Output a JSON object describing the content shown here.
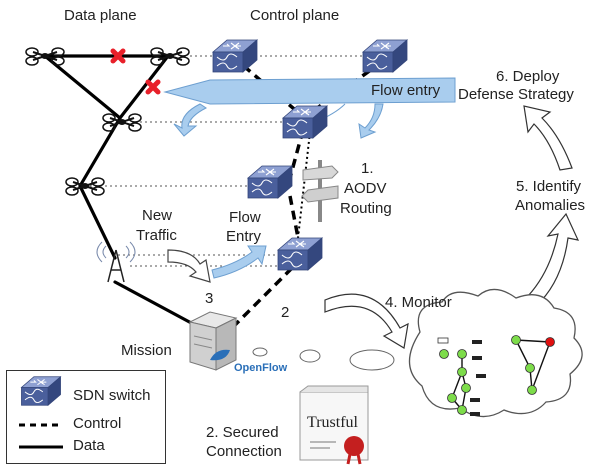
{
  "labels": {
    "data_plane": "Data plane",
    "control_plane": "Control plane",
    "flow_entry_top": "Flow entry",
    "step1_num": "1.",
    "step1_a": "AODV",
    "step1_b": "Routing",
    "new_traffic_a": "New",
    "new_traffic_b": "Traffic",
    "flow_entry_a": "Flow",
    "flow_entry_b": "Entry",
    "num3": "3",
    "num2": "2",
    "mission": "Mission",
    "openflow": "OpenFlow",
    "step2_a": "2. Secured",
    "step2_b": "Connection",
    "trustful": "Trustful",
    "step4": "4. Monitor",
    "step5_a": "5. Identify",
    "step5_b": "Anomalies",
    "step6_a": "6. Deploy",
    "step6_b": "Defense Strategy"
  },
  "legend": {
    "sdn_switch": "SDN switch",
    "control": "Control",
    "data": "Data"
  },
  "colors": {
    "switch_body": "#4a5f9c",
    "switch_top": "#7f93c8",
    "arrow_blue": "#a9cdee",
    "arrow_blue_stroke": "#6d9fd0",
    "red_x": "#e8202a",
    "node_green": "#7ddc4a",
    "node_red": "#e01010",
    "openflow_blue": "#2a6fb8"
  }
}
